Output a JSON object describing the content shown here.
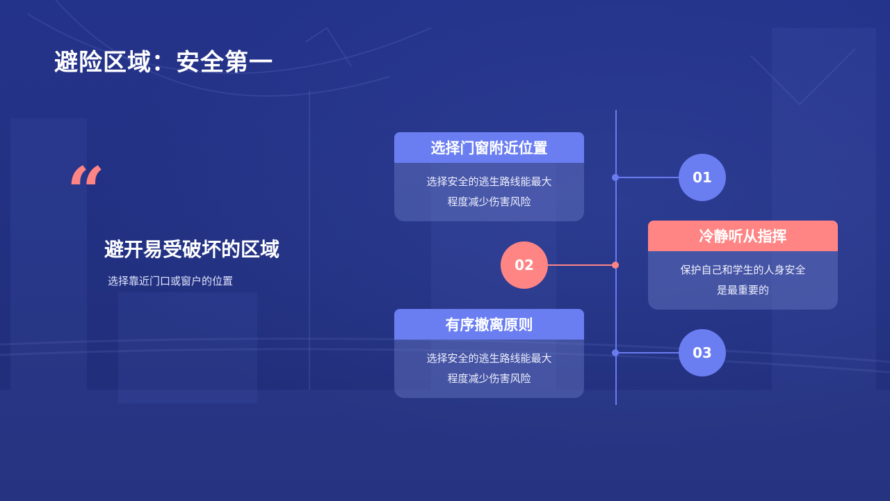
{
  "page": {
    "title": "避险区域：安全第一"
  },
  "left": {
    "quote_mark": "“",
    "heading": "避开易受破坏的区域",
    "sub": "选择靠近门口或窗户的位置"
  },
  "steps": [
    {
      "number": "01",
      "title": "选择门窗附近位置",
      "line1": "选择安全的逃生路线能最大",
      "line2": "程度减少伤害风险"
    },
    {
      "number": "02",
      "title": "冷静听从指挥",
      "line1": "保护自己和学生的人身安全",
      "line2": "是最重要的"
    },
    {
      "number": "03",
      "title": "有序撤离原则",
      "line1": "选择安全的逃生路线能最大",
      "line2": "程度减少伤害风险"
    }
  ],
  "colors": {
    "background": "#22307e",
    "accent_blue": "#6a7ef2",
    "accent_pink": "#ff8585",
    "timeline": "#6b7cf0"
  }
}
